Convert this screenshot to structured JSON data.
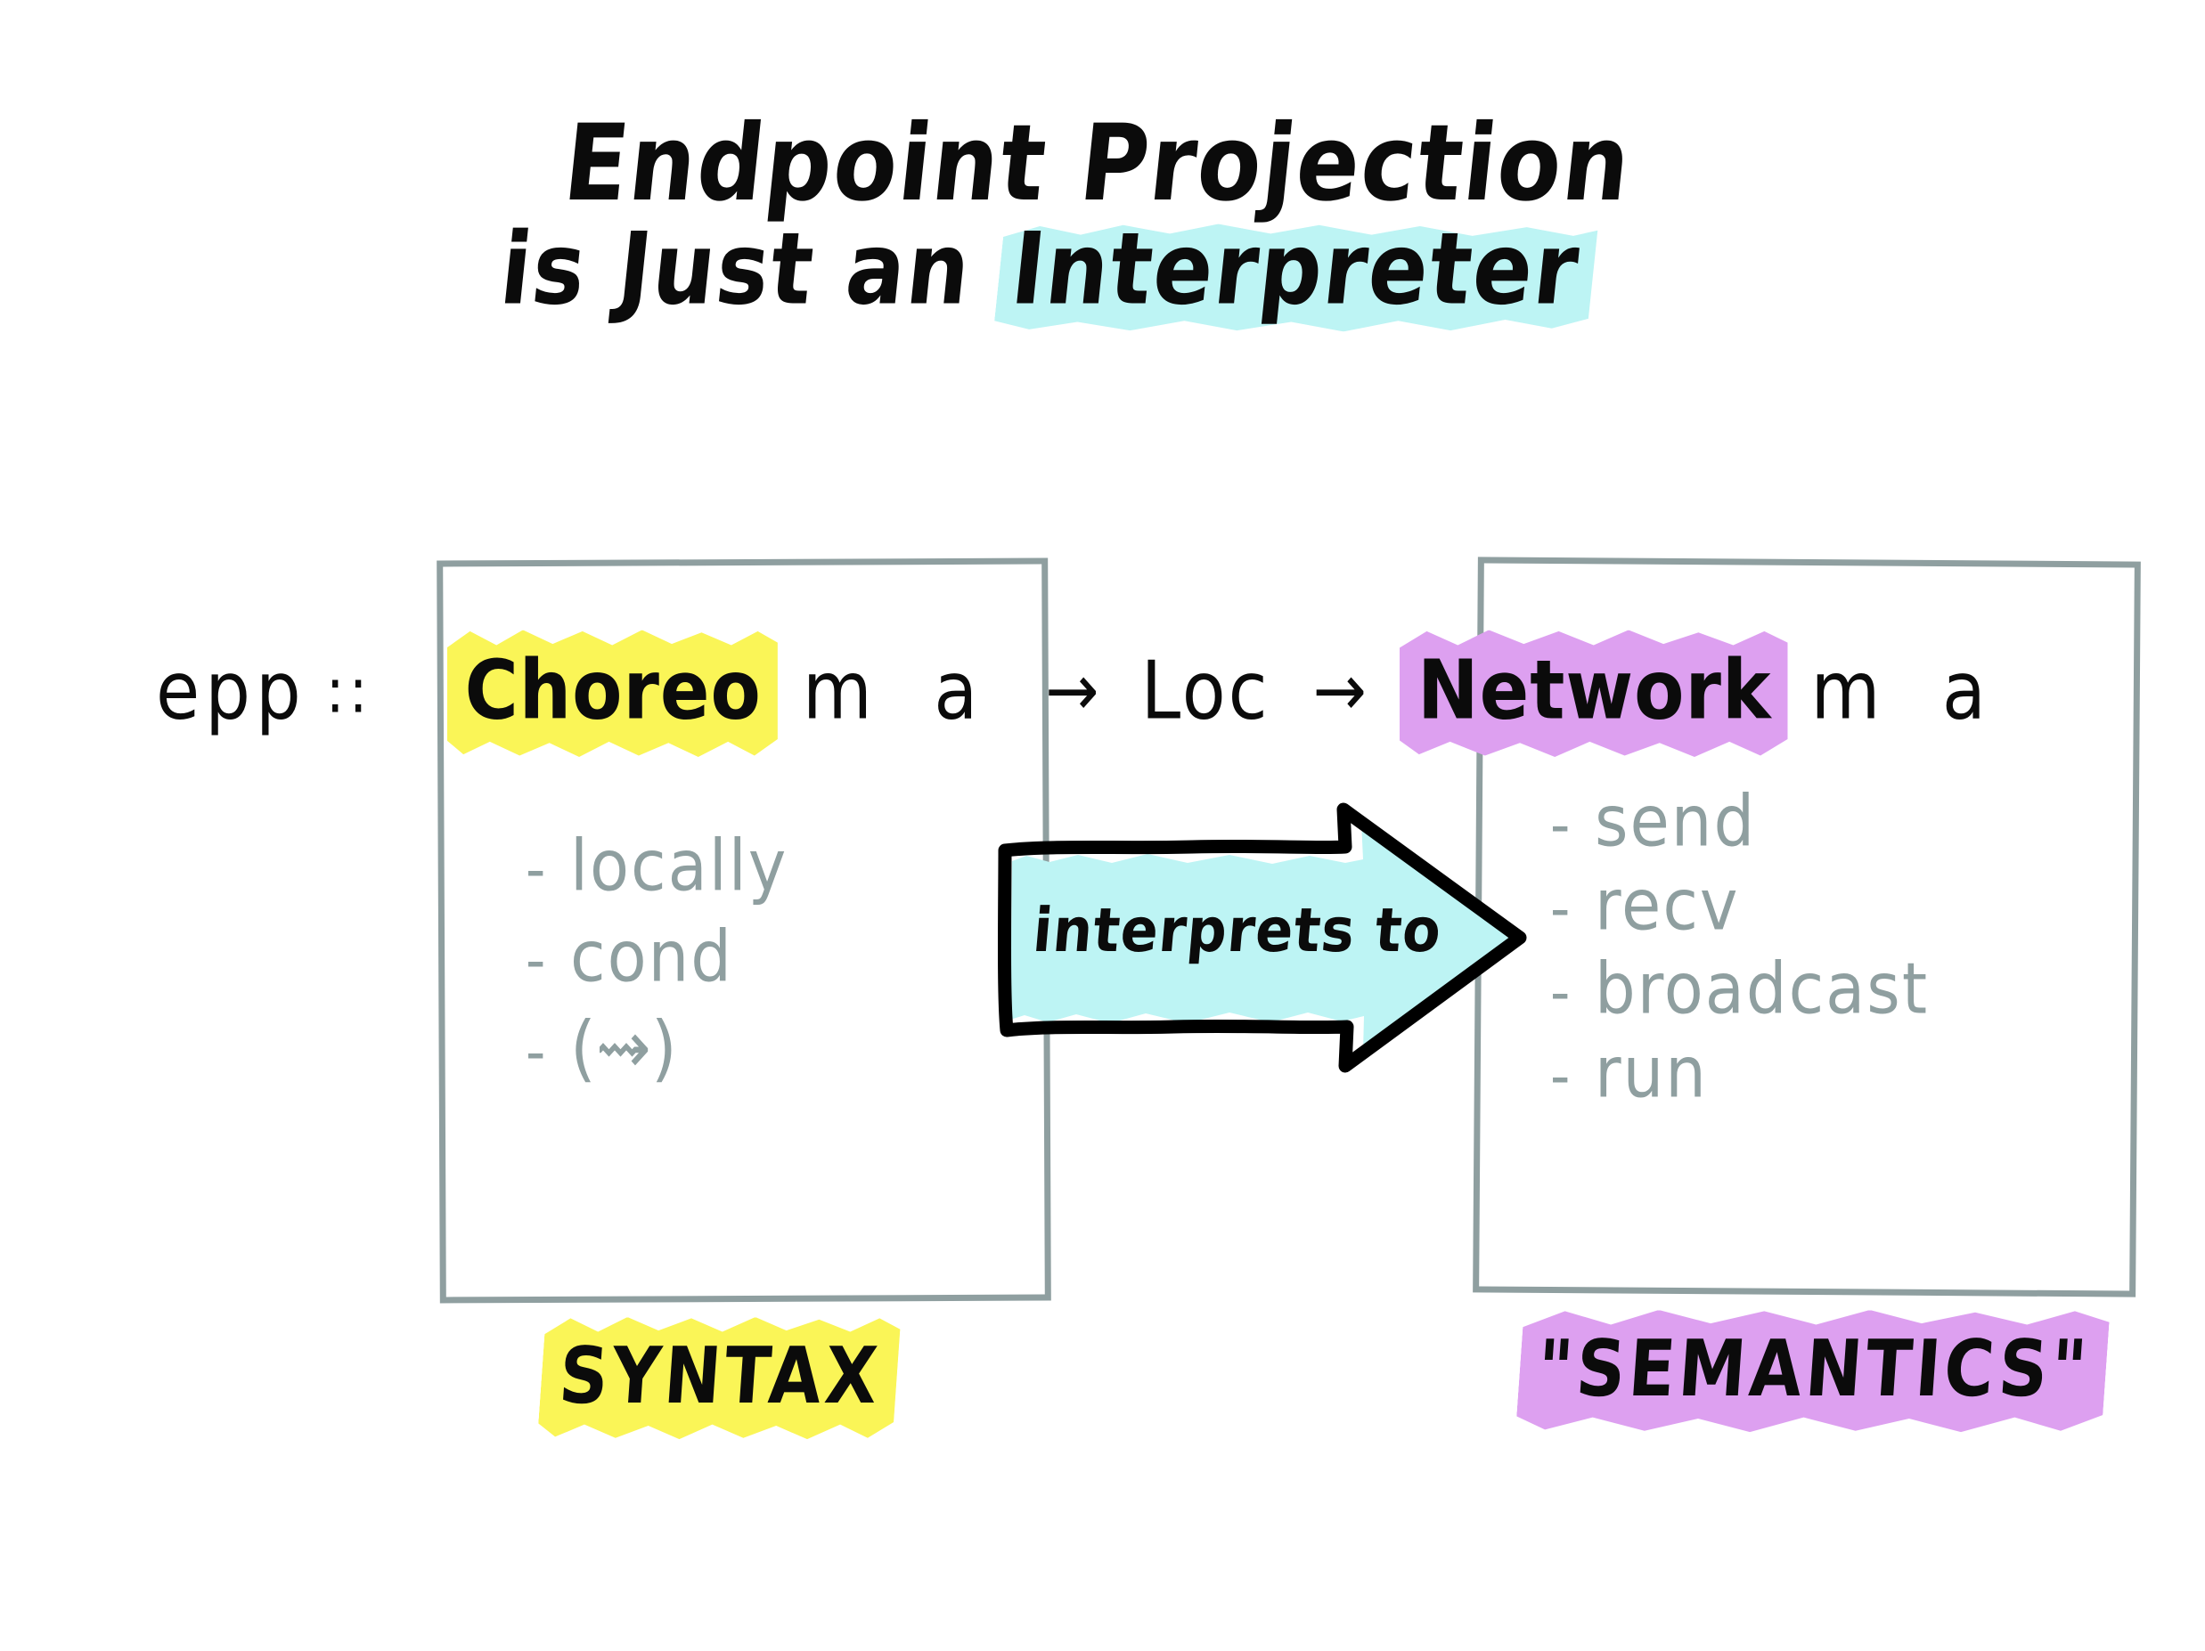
{
  "title": {
    "line1": "Endpoint Projection",
    "line2_prefix": "is Just an ",
    "line2_highlight": "Interpreter",
    "highlight_color": "#BDF4F4"
  },
  "signature": {
    "function_name": "epp",
    "double_colon": "::",
    "source_type": "Choreo",
    "source_params": "m a",
    "arrow_1": "→",
    "location_type": "Loc",
    "arrow_2": "→",
    "target_type": "Network",
    "target_params": "m a",
    "source_highlight_color": "#FAF557",
    "target_highlight_color": "#DDA0F0"
  },
  "syntax_box": {
    "caption": "SYNTAX",
    "caption_highlight_color": "#FAF557",
    "border_color": "#8F9FA0",
    "items": [
      {
        "dash": "-",
        "label": "locally"
      },
      {
        "dash": "-",
        "label": "cond"
      },
      {
        "dash": "-",
        "label": "(⇝)"
      }
    ]
  },
  "semantics_box": {
    "caption": "\"SEMANTICS\"",
    "caption_highlight_color": "#DDA0F0",
    "border_color": "#8F9FA0",
    "items": [
      {
        "dash": "-",
        "label": "send"
      },
      {
        "dash": "-",
        "label": "recv"
      },
      {
        "dash": "-",
        "label": "broadcast"
      },
      {
        "dash": "-",
        "label": "run"
      }
    ]
  },
  "arrow": {
    "label": "interprets to",
    "fill_color": "#BDF4F4",
    "outline_color": "#000000"
  },
  "palette": {
    "ink": "#0b0b0b",
    "pencil_gray": "#8F9FA0",
    "cyan": "#BDF4F4",
    "yellow": "#FAF557",
    "purple": "#DDA0F0",
    "background": "#FFFFFF"
  }
}
